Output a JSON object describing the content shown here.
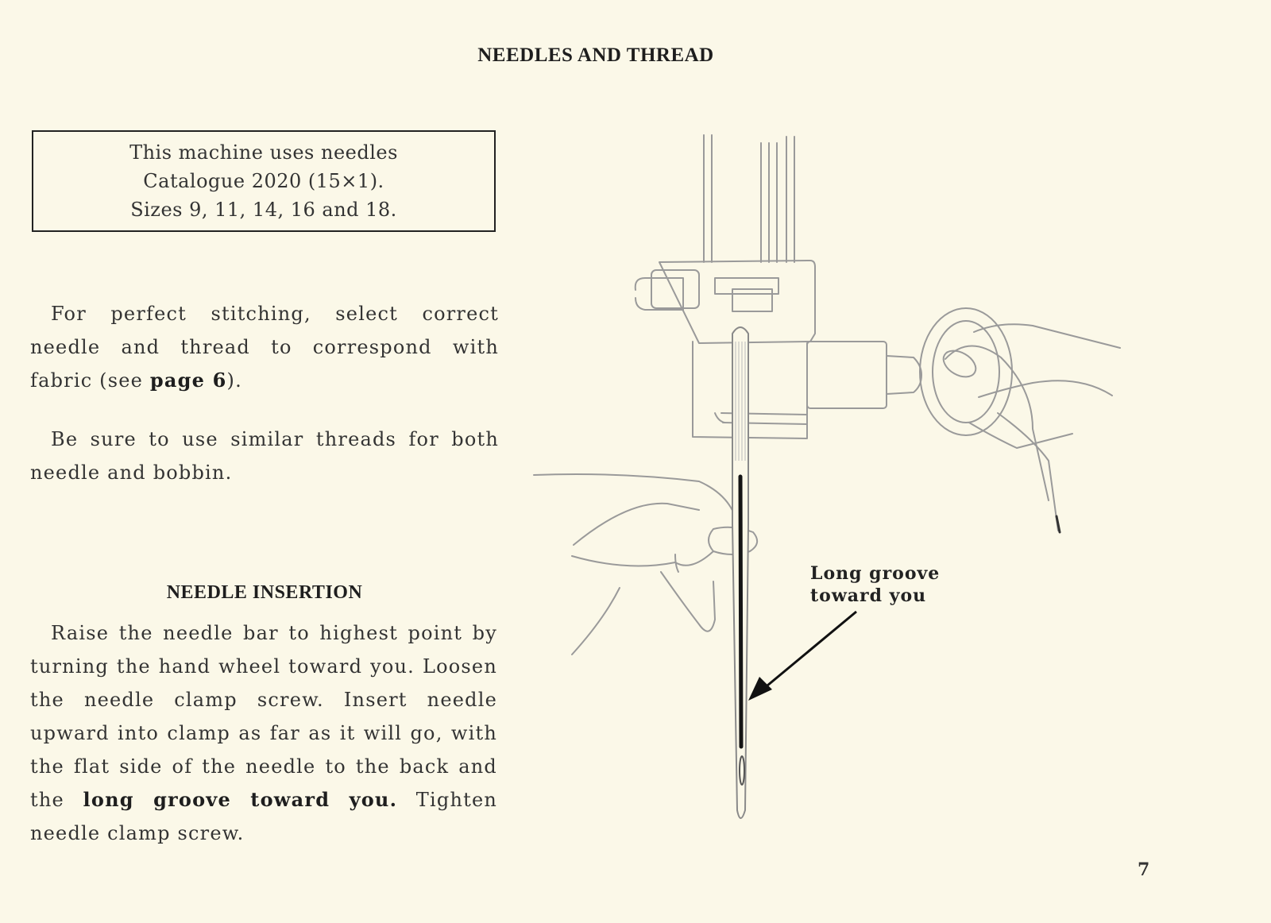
{
  "page": {
    "title": "NEEDLES AND THREAD",
    "page_number": "7"
  },
  "spec_box": {
    "lines": [
      "This machine uses needles",
      "Catalogue 2020 (15×1).",
      "Sizes 9, 11, 14, 16 and 18."
    ]
  },
  "intro": {
    "p1_text": "For perfect stitching, select correct needle and thread to correspond with fabric (see ",
    "p1_bold": "page 6",
    "p1_end": ").",
    "p2_text": "Be sure to use similar threads for both needle and bobbin."
  },
  "insertion": {
    "heading": "NEEDLE INSERTION",
    "text_a": "Raise the needle bar to highest point by turning the hand wheel toward you. Loosen the needle clamp screw. Insert needle upward into clamp as far as it will go, with the flat side of the needle to the back and the ",
    "text_bold": "long groove toward you.",
    "text_b": " Tighten needle clamp screw."
  },
  "illustration": {
    "callout_line1": "Long groove",
    "callout_line2": "toward you"
  }
}
